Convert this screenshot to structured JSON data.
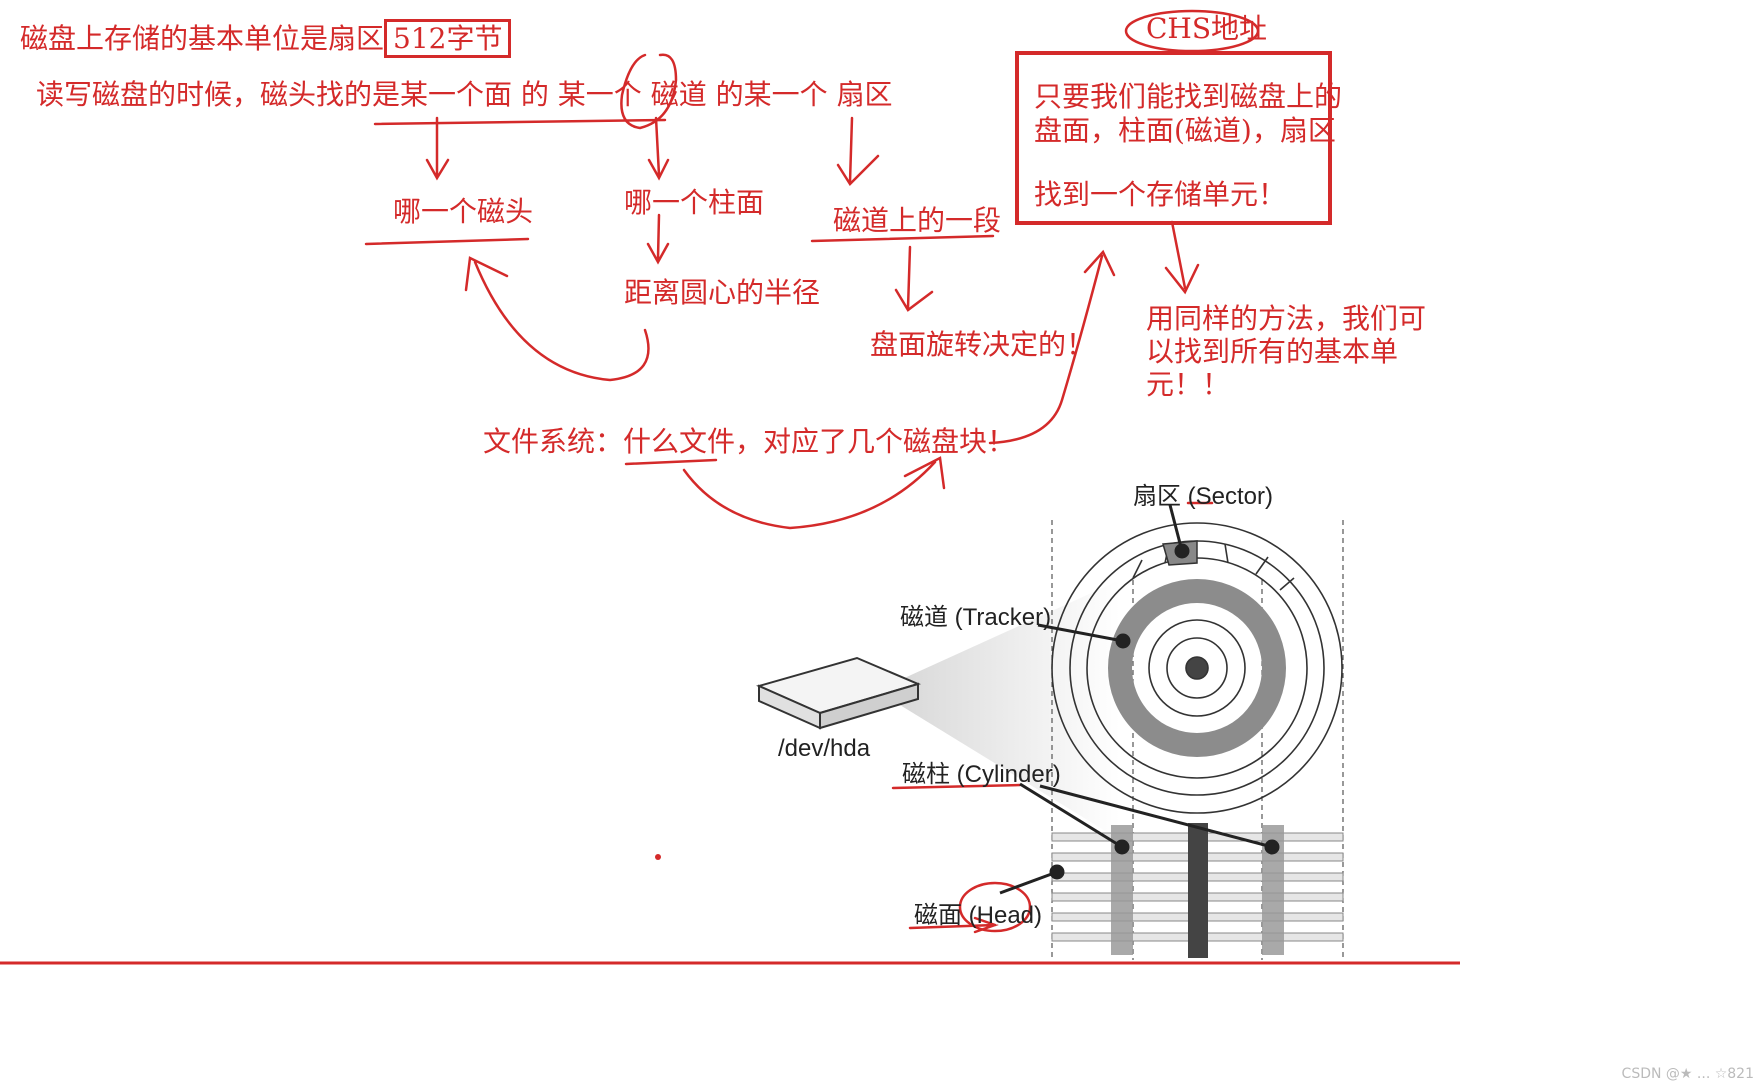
{
  "notes": {
    "basic_unit": "磁盘上存储的基本单位是扇区",
    "sector_size": "512字节",
    "rw_intro": "读写磁盘的时候，磁头找的是某一个面 的 某一个 磁道 的某一个 扇区",
    "which_head": "哪一个磁头",
    "which_cylinder": "哪一个柱面",
    "radius": "距离圆心的半径",
    "track_segment": "磁道上的一段",
    "rotation": "盘面旋转决定的！",
    "fs": "文件系统：什么文件，对应了几个磁盘块！"
  },
  "chs": {
    "title": "CHS地址",
    "box_line1": "只要我们能找到磁盘上的",
    "box_line2": "盘面，柱面(磁道)，扇区",
    "box_line3": "找到一个存储单元！",
    "same_method_1": "用同样的方法，我们可",
    "same_method_2": "以找到所有的基本单",
    "same_method_3": "元！！"
  },
  "diagram": {
    "sector": "扇区 (Sector)",
    "track": "磁道 (Tracker)",
    "device": "/dev/hda",
    "cylinder": "磁柱 (Cylinder)",
    "head": "磁面 (Head)"
  },
  "watermark": "CSDN @★ ... ☆821",
  "colors": {
    "ink": "#d42a2a",
    "diagram": "#222222",
    "gray": "#8c8c8c"
  }
}
